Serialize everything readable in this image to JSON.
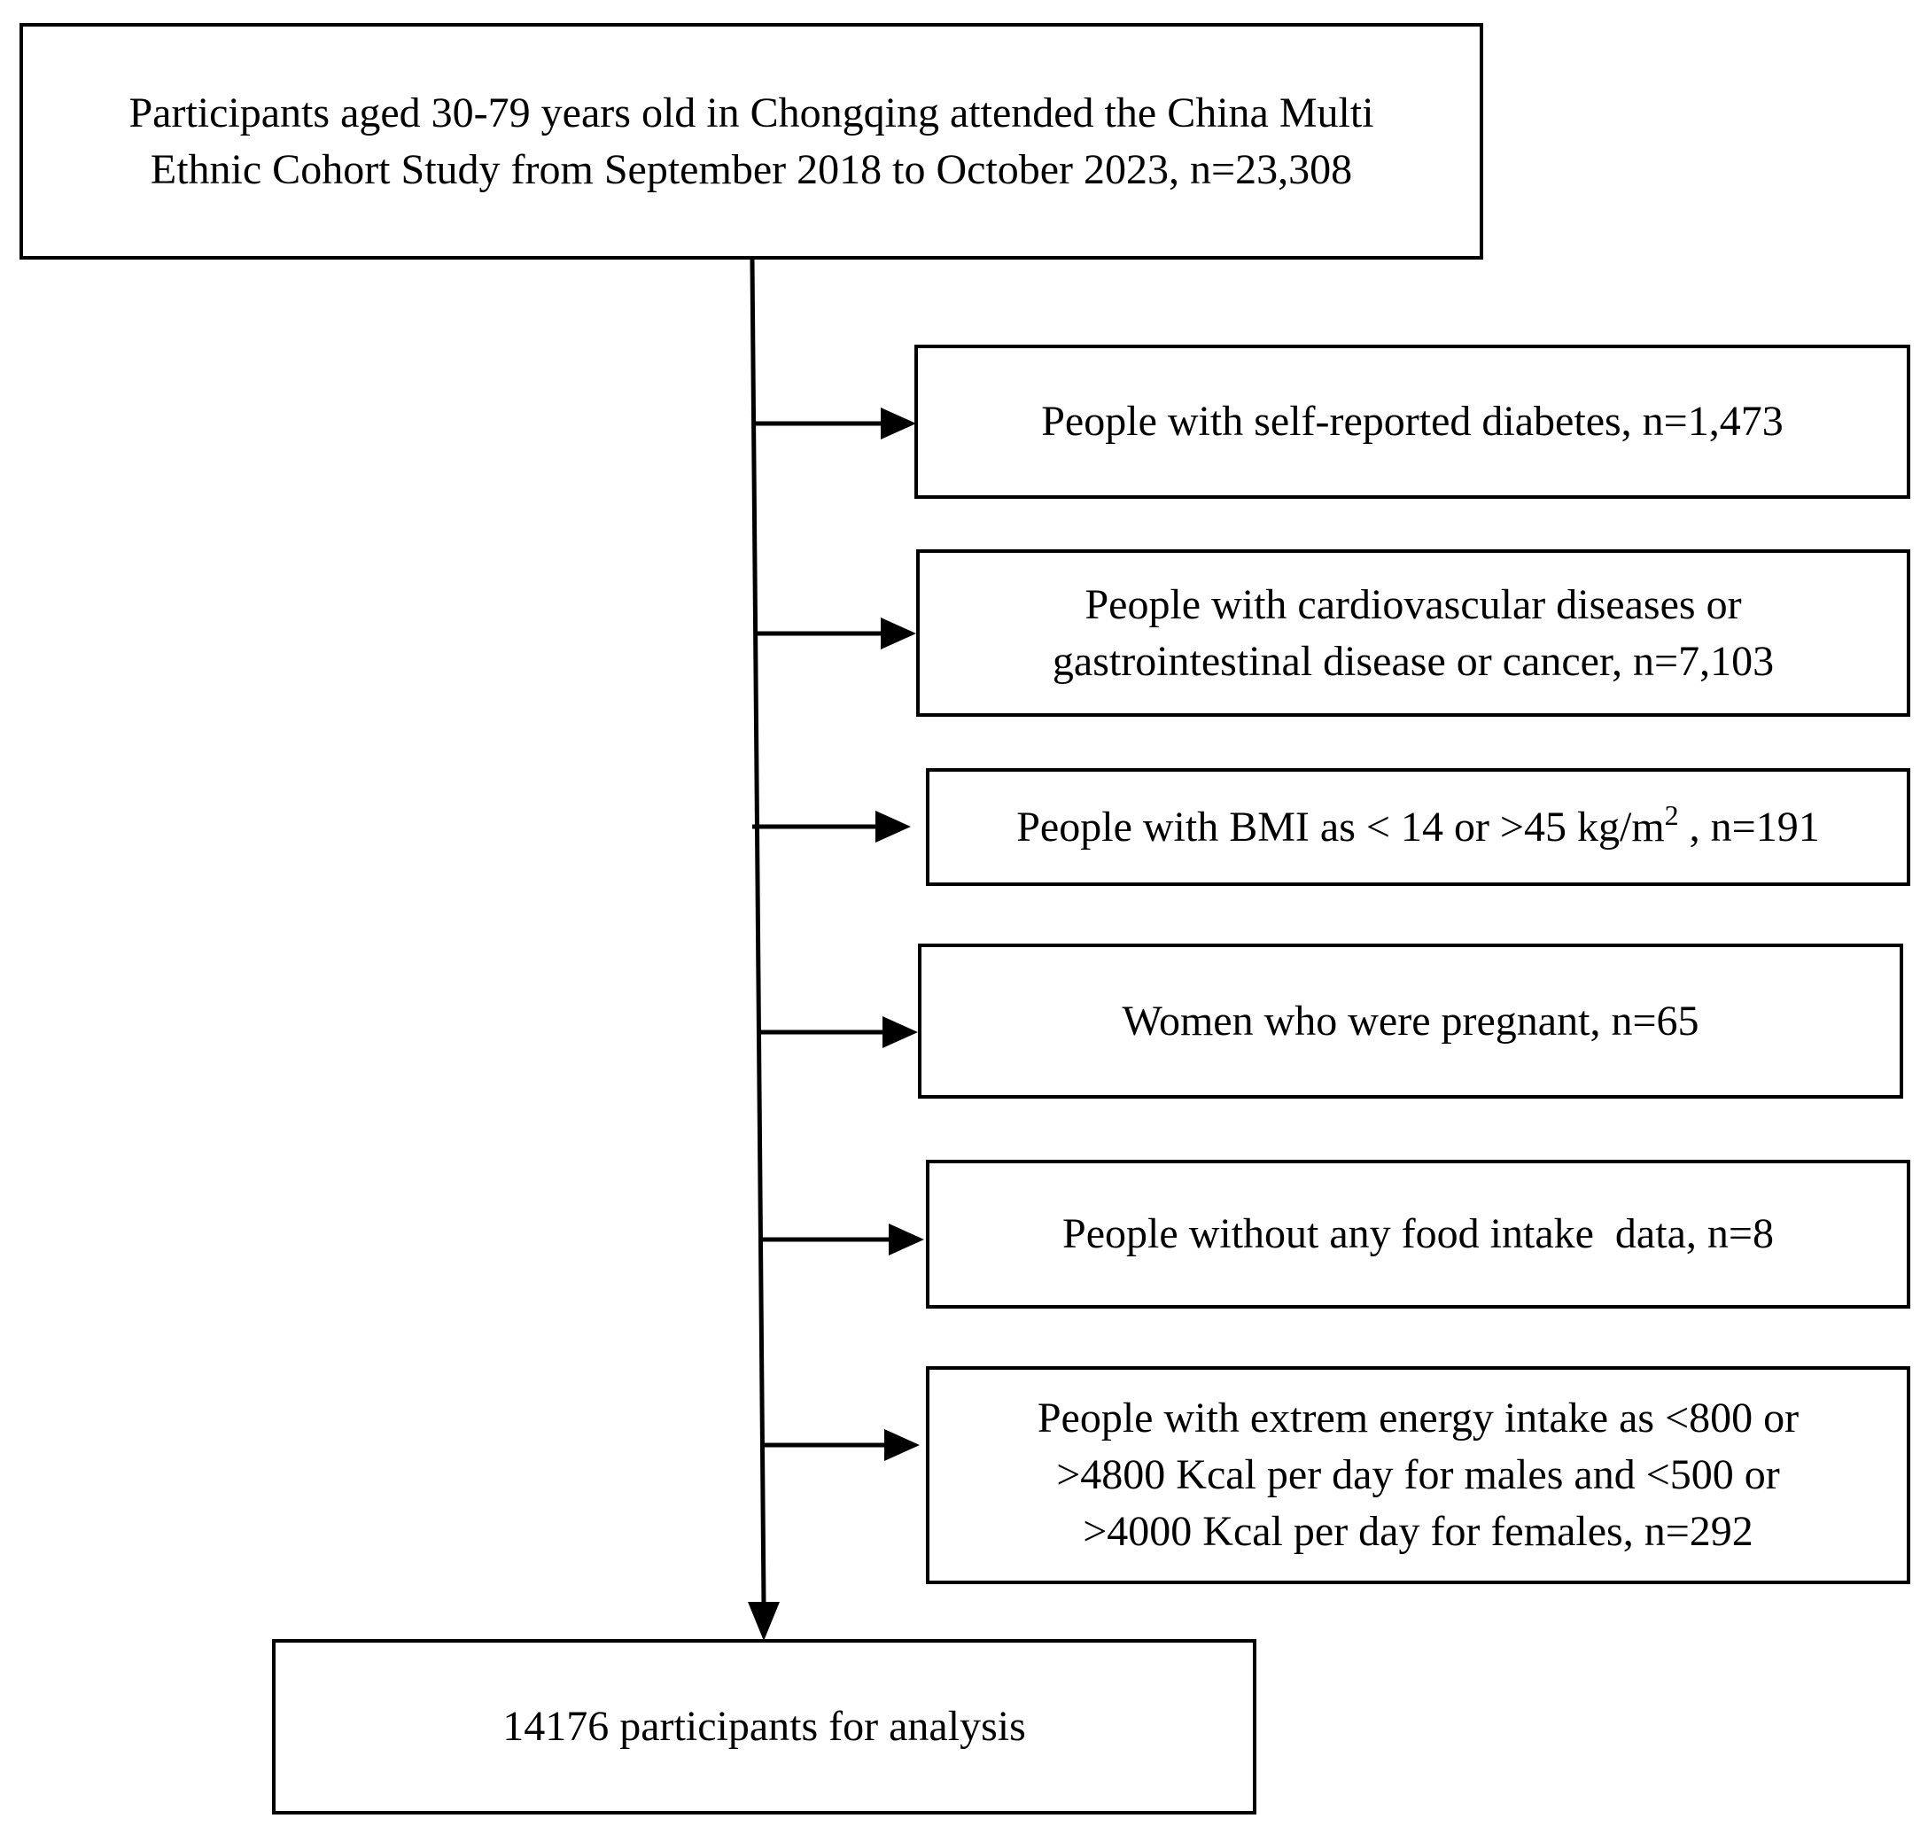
{
  "flowchart": {
    "start": {
      "lines": [
        "Participants aged 30-79 years old in Chongqing attended the China Multi",
        "Ethnic Cohort Study from September 2018 to October 2023, n=23,308"
      ]
    },
    "exclusions": [
      {
        "lines": [
          "People with self-reported diabetes, n=1,473"
        ]
      },
      {
        "lines": [
          "People with cardiovascular diseases or",
          "gastrointestinal disease or cancer,  n=7,103"
        ]
      },
      {
        "prefix": "People with  BMI as < 14 or >45 kg/m",
        "sup": "2",
        "suffix": " , n=191"
      },
      {
        "lines": [
          "Women who were pregnant, n=65"
        ]
      },
      {
        "lines": [
          "People without any food intake  data, n=8"
        ]
      },
      {
        "lines": [
          "People with extrem energy intake as <800 or",
          ">4800 Kcal per day for males and <500 or",
          ">4000 Kcal per day for females, n=292"
        ]
      }
    ],
    "final": {
      "lines": [
        "14176 participants for analysis"
      ]
    }
  },
  "colors": {
    "stroke": "#000000",
    "background": "#ffffff"
  }
}
